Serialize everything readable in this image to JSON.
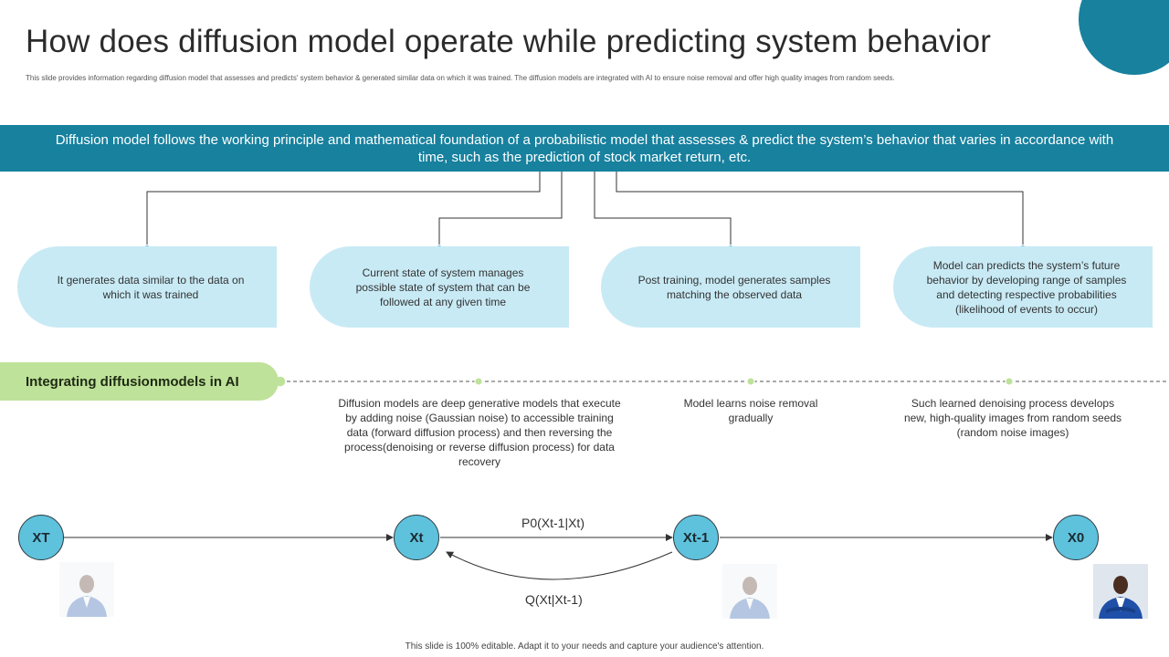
{
  "header": {
    "title": "How does diffusion model operate while predicting system behavior",
    "subtitle": "This slide provides information regarding diffusion model that assesses and predicts' system behavior & generated similar data on which it was trained. The diffusion models are integrated with AI to ensure noise removal and offer high quality images from random seeds."
  },
  "banner": {
    "text": "Diffusion model follows the working principle and mathematical foundation of a probabilistic model that assesses & predict the system’s behavior that varies in accordance with time, such as the prediction of stock market return, etc."
  },
  "cards": [
    {
      "text": "It generates data similar to the data on which it was trained"
    },
    {
      "text": "Current state of system manages possible state of system that can be followed at any given time"
    },
    {
      "text": "Post training, model generates samples matching the observed data"
    },
    {
      "text": "Model can predicts the system’s future behavior by developing range of samples and detecting respective probabilities (likelihood of events to occur)"
    }
  ],
  "integration": {
    "label": "Integrating diffusionmodels in AI",
    "steps": [
      {
        "text": "Diffusion models are deep generative models that execute by adding noise (Gaussian noise) to accessible training data (forward diffusion process) and then reversing the process(denoising or reverse diffusion process) for data recovery"
      },
      {
        "text": "Model learns noise removal gradually"
      },
      {
        "text": "Such learned denoising process develops new, high-quality images from random seeds (random noise images)"
      }
    ]
  },
  "flow": {
    "nodes": [
      "XT",
      "Xt",
      "Xt-1",
      "X0"
    ],
    "forward_label": "P0(Xt-1|Xt)",
    "reverse_label": "Q(Xt|Xt-1)"
  },
  "colors": {
    "teal": "#17819e",
    "card": "#c8eaf5",
    "green": "#bfe29a",
    "node": "#5ec2dd"
  },
  "footer": "This slide is 100% editable. Adapt it to your needs and capture your audience's attention."
}
